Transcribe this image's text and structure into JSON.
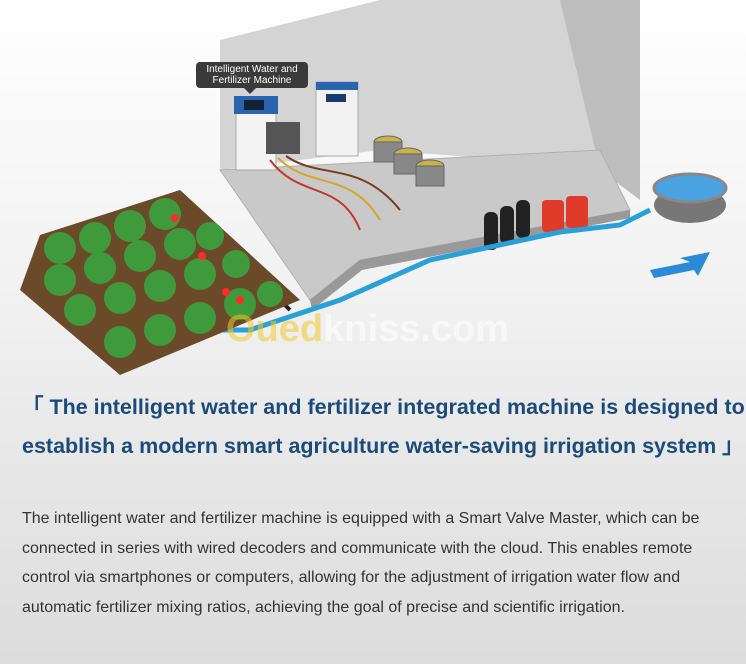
{
  "illustration": {
    "callout_label": "Intelligent Water and Fertilizer Machine",
    "watermark": {
      "prefix": "Oued",
      "suffix": "kniss.com"
    }
  },
  "heading": "「 The intelligent water and fertilizer integrated machine is designed to establish a modern smart agriculture water-saving irrigation system 」",
  "body": "The intelligent water and fertilizer machine is equipped with a Smart Valve Master, which can be connected in series with wired decoders and communicate with the cloud. This enables remote control via smartphones or computers, allowing for the adjustment of irrigation water flow and automatic fertilizer mixing ratios, achieving the goal of precise and scientific irrigation.",
  "colors": {
    "heading": "#1b4b7b",
    "body": "#333333",
    "pipe": "#2aa0d8",
    "plants": "#3e9a3a"
  }
}
